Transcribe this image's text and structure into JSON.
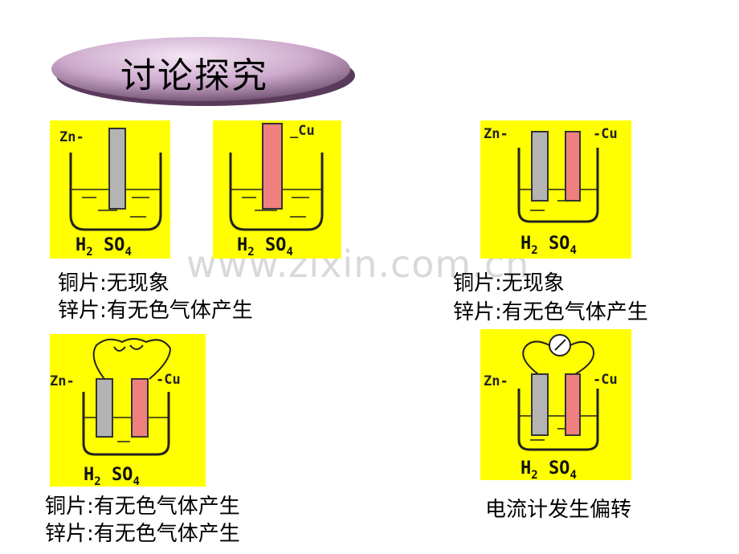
{
  "title": "讨论探究",
  "watermark": "www.zixin.com.cn",
  "labels": {
    "zn": "Zn",
    "cu": "Cu",
    "acid_h": "H",
    "acid_2": "2",
    "acid_so": "SO",
    "acid_4": "4"
  },
  "captions": {
    "top_left_1": "铜片:无现象",
    "top_left_2": "锌片:有无色气体产生",
    "top_right_1": "铜片:无现象",
    "top_right_2": "锌片:有无色气体产生",
    "bottom_left_1": "铜片:有无色气体产生",
    "bottom_left_2": "锌片:有无色气体产生",
    "bottom_right_1": "电流计发生偏转"
  },
  "colors": {
    "panel": "#ffff00",
    "zinc": "#b4b4b4",
    "copper": "#f08080",
    "pill": "#c8a8c8"
  }
}
